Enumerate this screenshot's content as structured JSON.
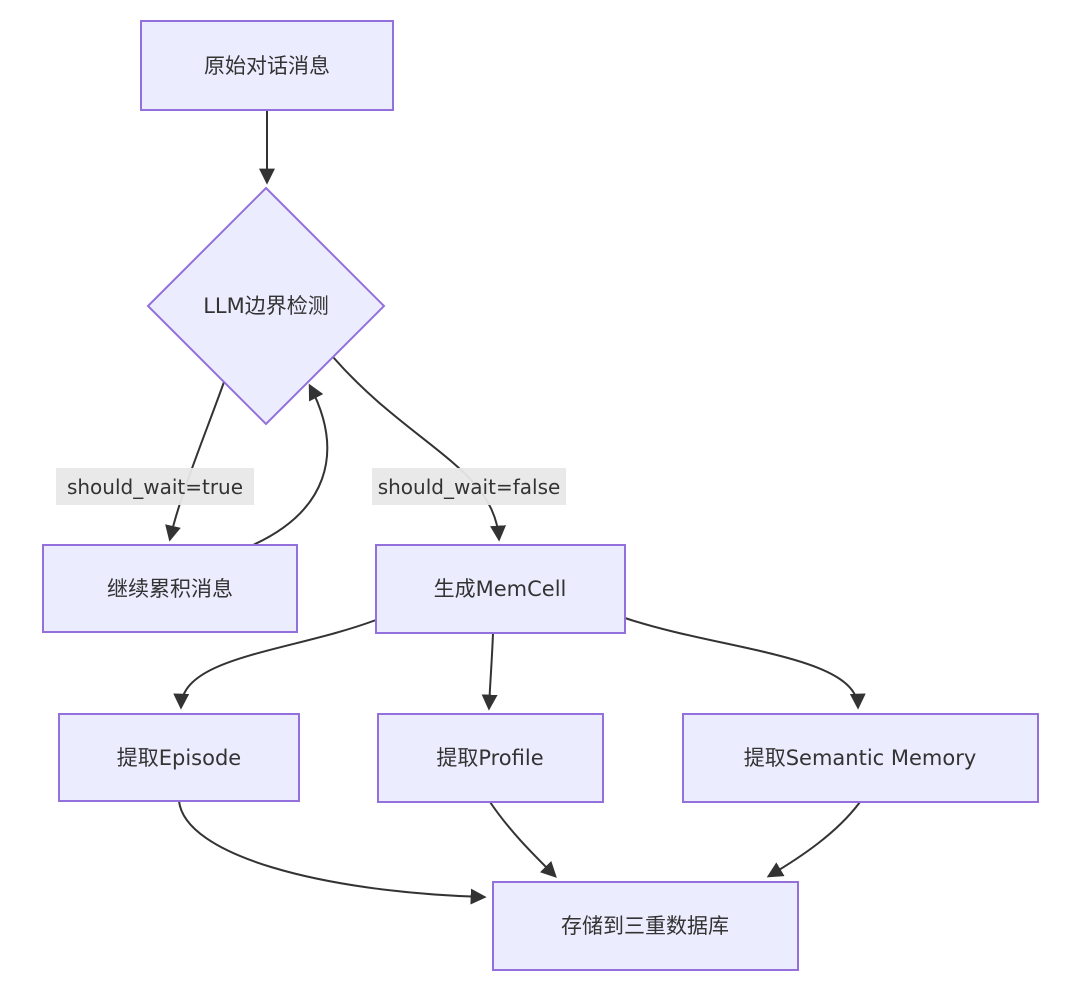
{
  "diagram": {
    "type": "flowchart",
    "direction": "top-down",
    "colors": {
      "background": "#ffffff",
      "node_fill": "#ECECFF",
      "node_border": "#9370DB",
      "edge_line": "#333333",
      "edge_label_background": "#e8e8e8",
      "text": "#333333"
    },
    "nodes": {
      "raw": {
        "label": "原始对话消息",
        "shape": "rect"
      },
      "detect": {
        "label": "LLM边界检测",
        "shape": "diamond"
      },
      "accumulate": {
        "label": "继续累积消息",
        "shape": "rect"
      },
      "memcell": {
        "label": "生成MemCell",
        "shape": "rect"
      },
      "episode": {
        "label": "提取Episode",
        "shape": "rect"
      },
      "profile": {
        "label": "提取Profile",
        "shape": "rect"
      },
      "semantic": {
        "label": "提取Semantic Memory",
        "shape": "rect"
      },
      "store": {
        "label": "存储到三重数据库",
        "shape": "rect"
      }
    },
    "edges": [
      {
        "from": "raw",
        "to": "detect",
        "label": ""
      },
      {
        "from": "detect",
        "to": "accumulate",
        "label": "should_wait=true"
      },
      {
        "from": "accumulate",
        "to": "detect",
        "label": ""
      },
      {
        "from": "detect",
        "to": "memcell",
        "label": "should_wait=false"
      },
      {
        "from": "memcell",
        "to": "episode",
        "label": ""
      },
      {
        "from": "memcell",
        "to": "profile",
        "label": ""
      },
      {
        "from": "memcell",
        "to": "semantic",
        "label": ""
      },
      {
        "from": "episode",
        "to": "store",
        "label": ""
      },
      {
        "from": "profile",
        "to": "store",
        "label": ""
      },
      {
        "from": "semantic",
        "to": "store",
        "label": ""
      }
    ]
  }
}
